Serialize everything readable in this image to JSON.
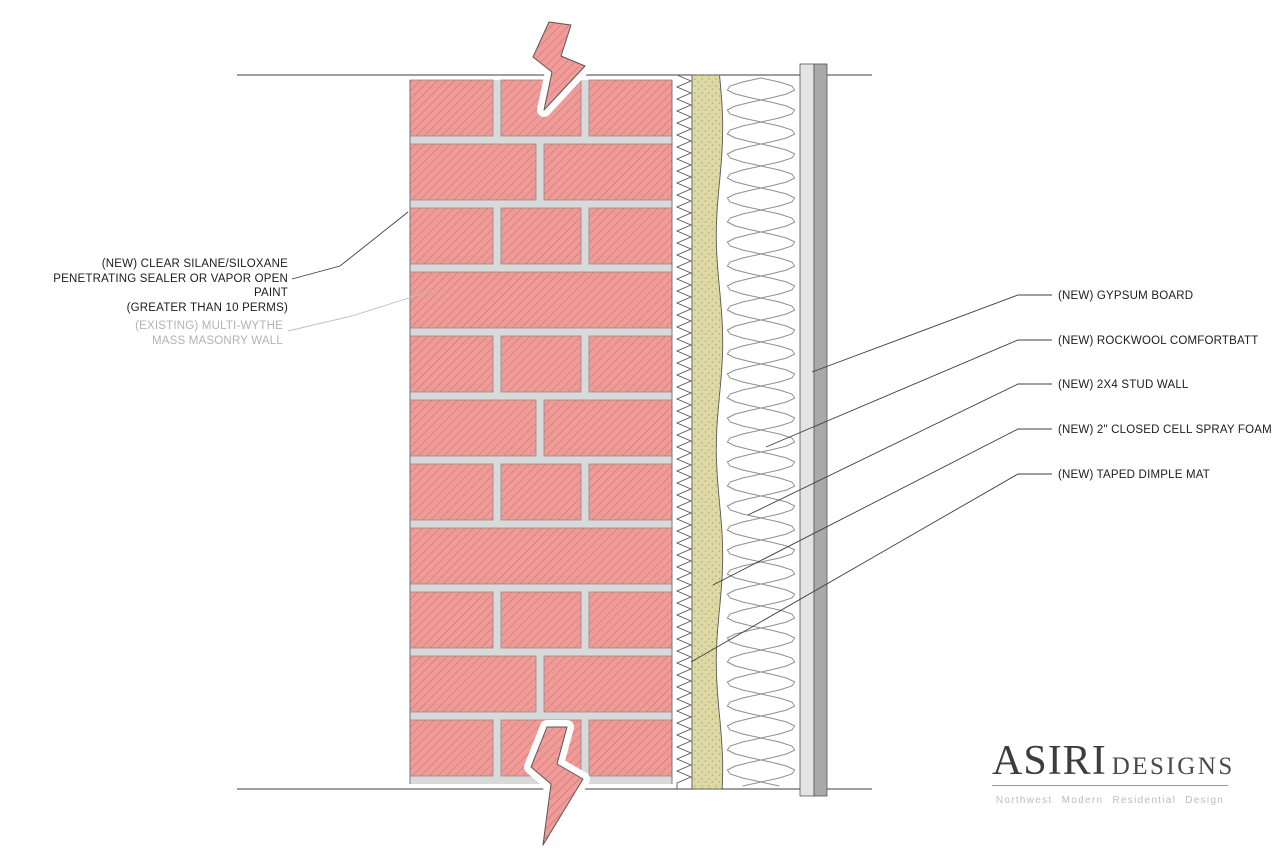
{
  "colors": {
    "brick": "#ef9b98",
    "brick_hatch": "#cc6f6c",
    "brick_outline": "#8c8c8c",
    "mortar": "#d9d9d9",
    "foam": "#ded9a4",
    "foam_dots": "#b0a973",
    "gypsum_light": "#e4e4e4",
    "gypsum_dark": "#a9a9a9",
    "line_dark": "#3f3f3f",
    "line_gray": "#bdbdbd"
  },
  "labels": {
    "left": [
      {
        "id": "sealer",
        "text": "(NEW) CLEAR SILANE/SILOXANE\nPENETRATING SEALER OR VAPOR OPEN PAINT\n(GREATER THAN 10 PERMS)"
      },
      {
        "id": "existing-masonry",
        "text": "(EXISTING) MULTI-WYTHE\nMASS MASONRY WALL"
      }
    ],
    "right": [
      {
        "id": "gypsum-board",
        "text": "(NEW) GYPSUM BOARD"
      },
      {
        "id": "rockwool",
        "text": "(NEW) ROCKWOOL COMFORTBATT"
      },
      {
        "id": "stud-wall",
        "text": "(NEW) 2X4 STUD WALL"
      },
      {
        "id": "spray-foam",
        "text": "(NEW) 2\" CLOSED CELL SPRAY FOAM"
      },
      {
        "id": "dimple-mat",
        "text": "(NEW) TAPED DIMPLE MAT"
      }
    ]
  },
  "logo": {
    "word1": "ASIRI",
    "word2": "DESIGNS",
    "tagline": "Northwest Modern Residential Design"
  }
}
